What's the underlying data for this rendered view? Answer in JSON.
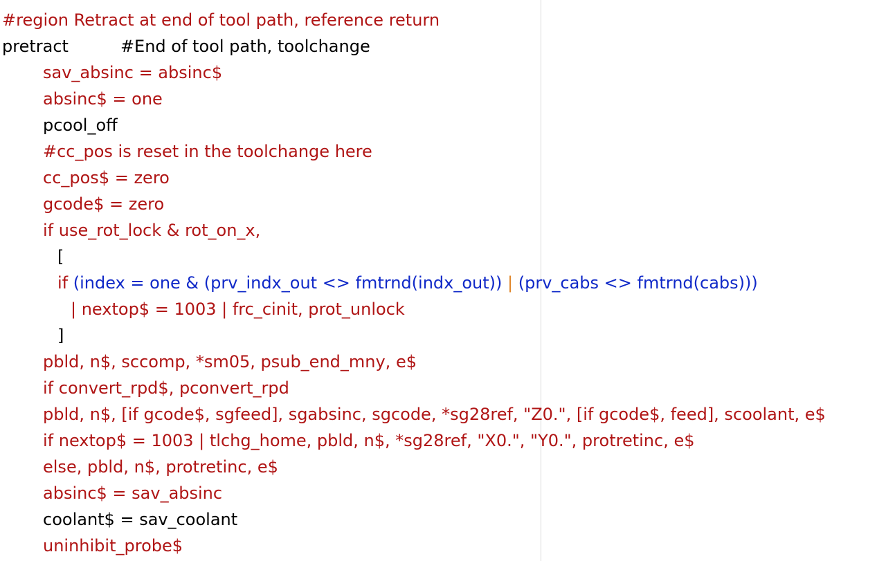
{
  "editor": {
    "lines": [
      {
        "id": "region",
        "text": "#region Retract at end of tool path, reference return"
      },
      {
        "id": "pretract",
        "label": "pretract",
        "comment": "#End of tool path, toolchange"
      },
      {
        "id": "sav-absinc",
        "text": "sav_absinc = absinc$"
      },
      {
        "id": "absinc-one",
        "text": "absinc$ = one"
      },
      {
        "id": "pcool-off",
        "text": "pcool_off"
      },
      {
        "id": "comment-ccpos",
        "text": "#cc_pos is reset in the toolchange here"
      },
      {
        "id": "ccpos-zero",
        "text": "cc_pos$ = zero"
      },
      {
        "id": "gcode-zero",
        "text": "gcode$ = zero"
      },
      {
        "id": "if-use-rot-lock",
        "text": "if use_rot_lock & rot_on_x,"
      },
      {
        "id": "open-bracket",
        "text": "["
      },
      {
        "id": "if-index",
        "part1": "if ",
        "part2": "(index = one & (prv_indx_out <> fmtrnd(indx_out)) ",
        "part3": "| ",
        "part4": "(prv_cabs <> fmtrnd(cabs)))"
      },
      {
        "id": "nextop-1003",
        "text": "| nextop$ = 1003 | frc_cinit, prot_unlock"
      },
      {
        "id": "close-bracket",
        "text": "]"
      },
      {
        "id": "pbld-sccomp",
        "text": "pbld, n$, sccomp, *sm05, psub_end_mny, e$"
      },
      {
        "id": "if-convert-rpd",
        "text": "if convert_rpd$, pconvert_rpd"
      },
      {
        "id": "pbld-sg28ref",
        "text": "pbld, n$, [if gcode$, sgfeed], sgabsinc, sgcode, *sg28ref, \"Z0.\", [if gcode$, feed], scoolant, e$"
      },
      {
        "id": "if-nextop-tlchg",
        "text": "if nextop$ = 1003 | tlchg_home, pbld, n$, *sg28ref, \"X0.\", \"Y0.\", protretinc, e$"
      },
      {
        "id": "else-pbld",
        "text": "else, pbld, n$, protretinc, e$"
      },
      {
        "id": "absinc-restore",
        "text": "absinc$ = sav_absinc"
      },
      {
        "id": "coolant-restore",
        "text": "coolant$ = sav_coolant"
      },
      {
        "id": "uninhibit-probe",
        "text": "uninhibit_probe$"
      }
    ]
  },
  "colors": {
    "red": "#b01515",
    "black": "#000000",
    "blue": "#1029c8",
    "orange": "#e0862a",
    "guide": "#d8d8d8"
  }
}
